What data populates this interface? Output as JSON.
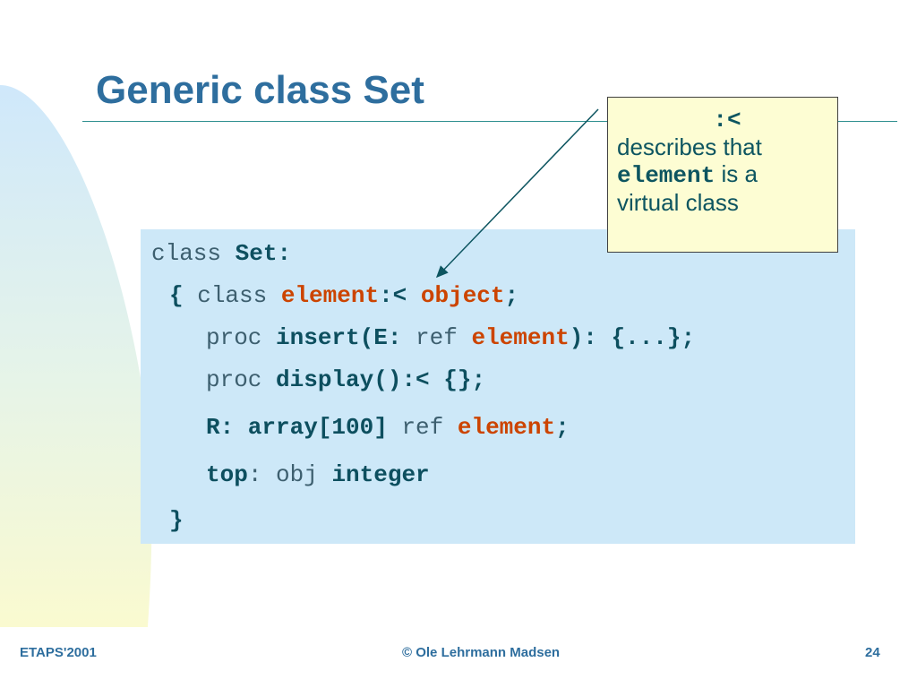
{
  "slide": {
    "title": "Generic class Set"
  },
  "code": {
    "line1": {
      "kw": "class ",
      "name": "Set",
      "punct": ":"
    },
    "line2": {
      "brace": "{ ",
      "kw": "class ",
      "name": "element",
      "op": ":<",
      "sp": " ",
      "type": "object",
      "end": ";"
    },
    "line3": {
      "kw": "proc ",
      "name": "insert(E:",
      "kw2": " ref ",
      "type": "element",
      "end": "): {...};"
    },
    "line4": {
      "kw": "proc ",
      "name": "display():<",
      "end": " {};"
    },
    "line5": {
      "name": "R: array[100]",
      "kw": " ref ",
      "type": "element",
      "end": ";"
    },
    "line6": {
      "name": "top",
      "punct": ":",
      "kw": " obj ",
      "type": "integer"
    },
    "line7": {
      "brace": "}"
    }
  },
  "callout": {
    "operator": ":<",
    "text1": "describes that",
    "code": "element",
    "text2": " is a",
    "text3": "virtual class"
  },
  "footer": {
    "left": "ETAPS'2001",
    "center": "© Ole Lehrmann Madsen",
    "right": "24"
  },
  "colors": {
    "title": "#2e6e9e",
    "code_bg": "#cde8f8",
    "callout_bg": "#fdfdd3",
    "highlight": "#cc4400",
    "teal": "#0d4f5f"
  }
}
